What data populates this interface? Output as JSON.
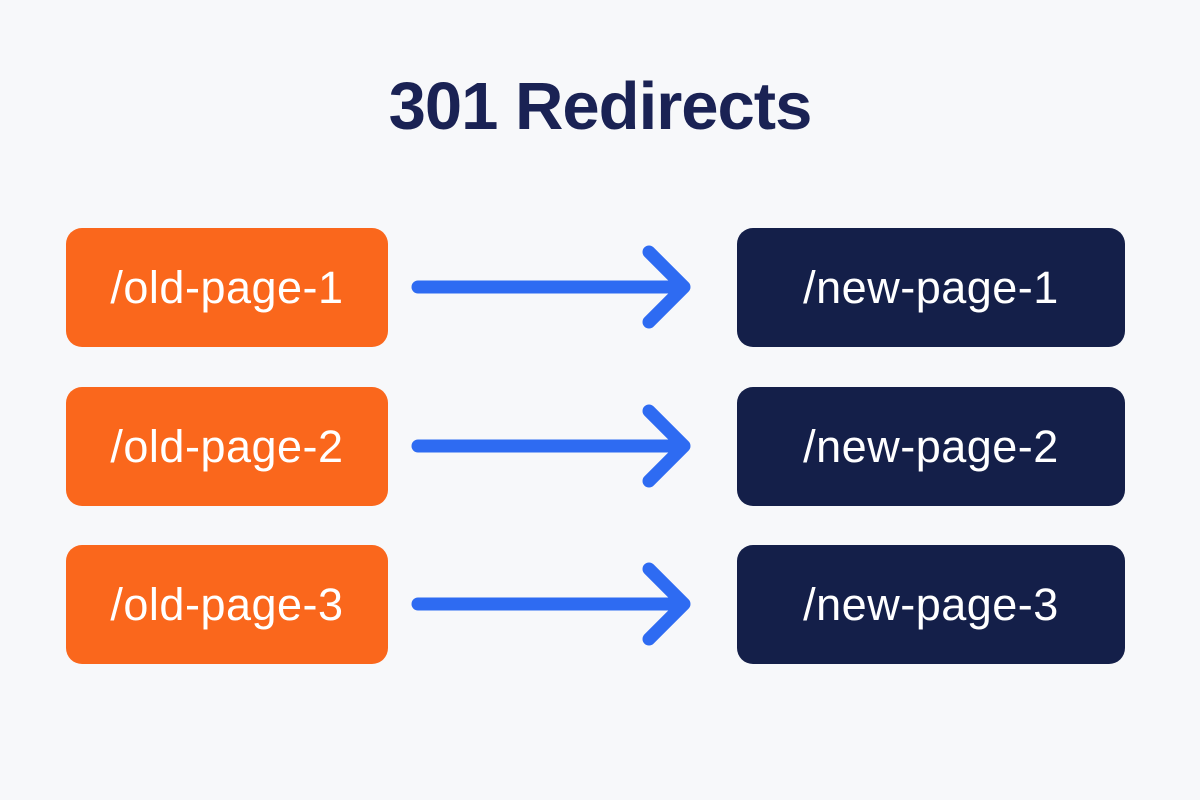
{
  "title": "301 Redirects",
  "colors": {
    "background": "#F7F8FA",
    "orange": "#FA671C",
    "navy": "#141F49",
    "title_text": "#1A2254",
    "arrow": "#2E6BF2",
    "box_text": "#FFFFFF"
  },
  "redirects": [
    {
      "from": "/old-page-1",
      "to": "/new-page-1"
    },
    {
      "from": "/old-page-2",
      "to": "/new-page-2"
    },
    {
      "from": "/old-page-3",
      "to": "/new-page-3"
    }
  ],
  "icons": {
    "arrow": "right-arrow"
  }
}
